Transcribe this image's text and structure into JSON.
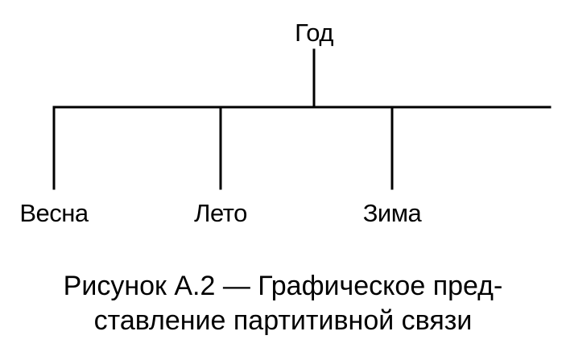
{
  "diagram": {
    "root": {
      "label": "Год"
    },
    "children": [
      {
        "label": "Весна"
      },
      {
        "label": "Лето"
      },
      {
        "label": "Зима"
      }
    ],
    "extra_branch_without_label": true,
    "line_color": "#000000"
  },
  "caption": {
    "line1": "Рисунок А.2 — Графическое пред-",
    "line2": "ставление партитивной связи"
  }
}
